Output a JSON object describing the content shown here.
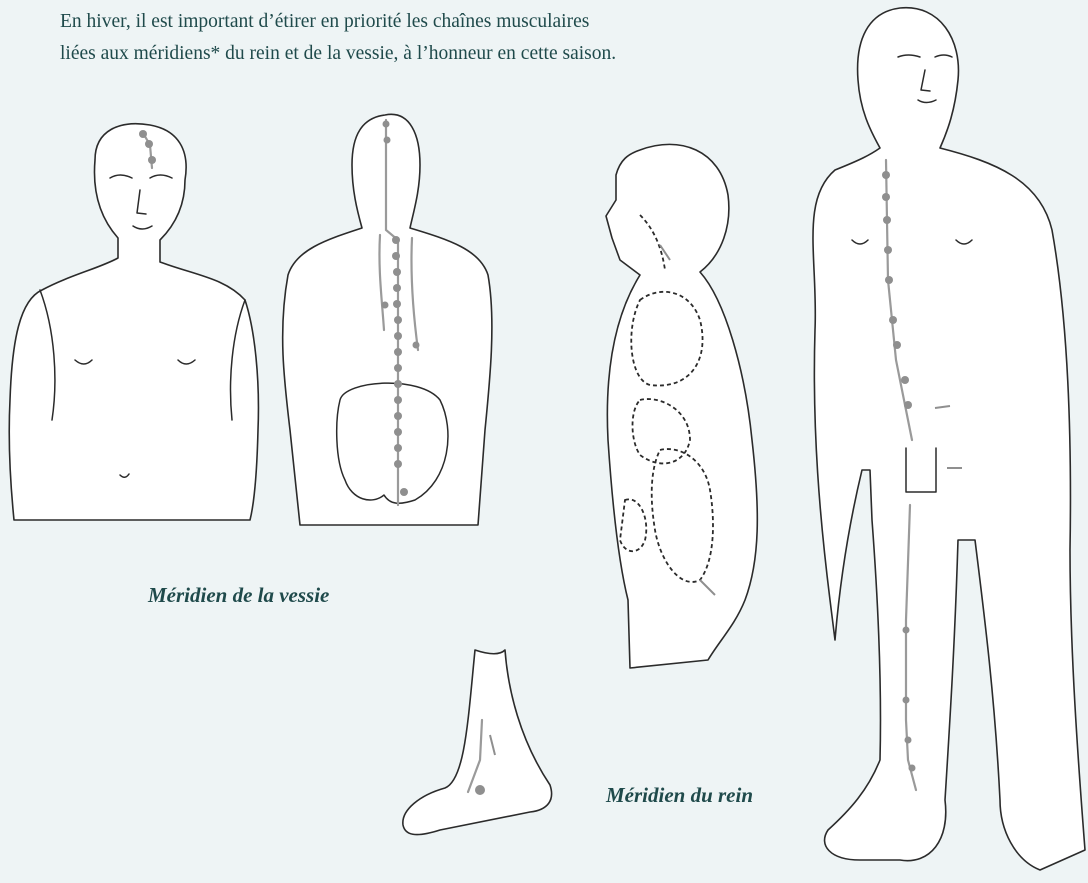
{
  "intro": {
    "line1": "En hiver, il est important d’étirer en priorité les chaînes musculaires",
    "line2": "liées aux méridiens* du rein et de la vessie, à l’honneur en cette saison."
  },
  "captions": {
    "bladder": "Méridien de la vessie",
    "kidney": "Méridien du rein"
  },
  "colors": {
    "background": "#eef4f5",
    "text": "#1f4a4b",
    "meridian": "#8f8f8f"
  }
}
